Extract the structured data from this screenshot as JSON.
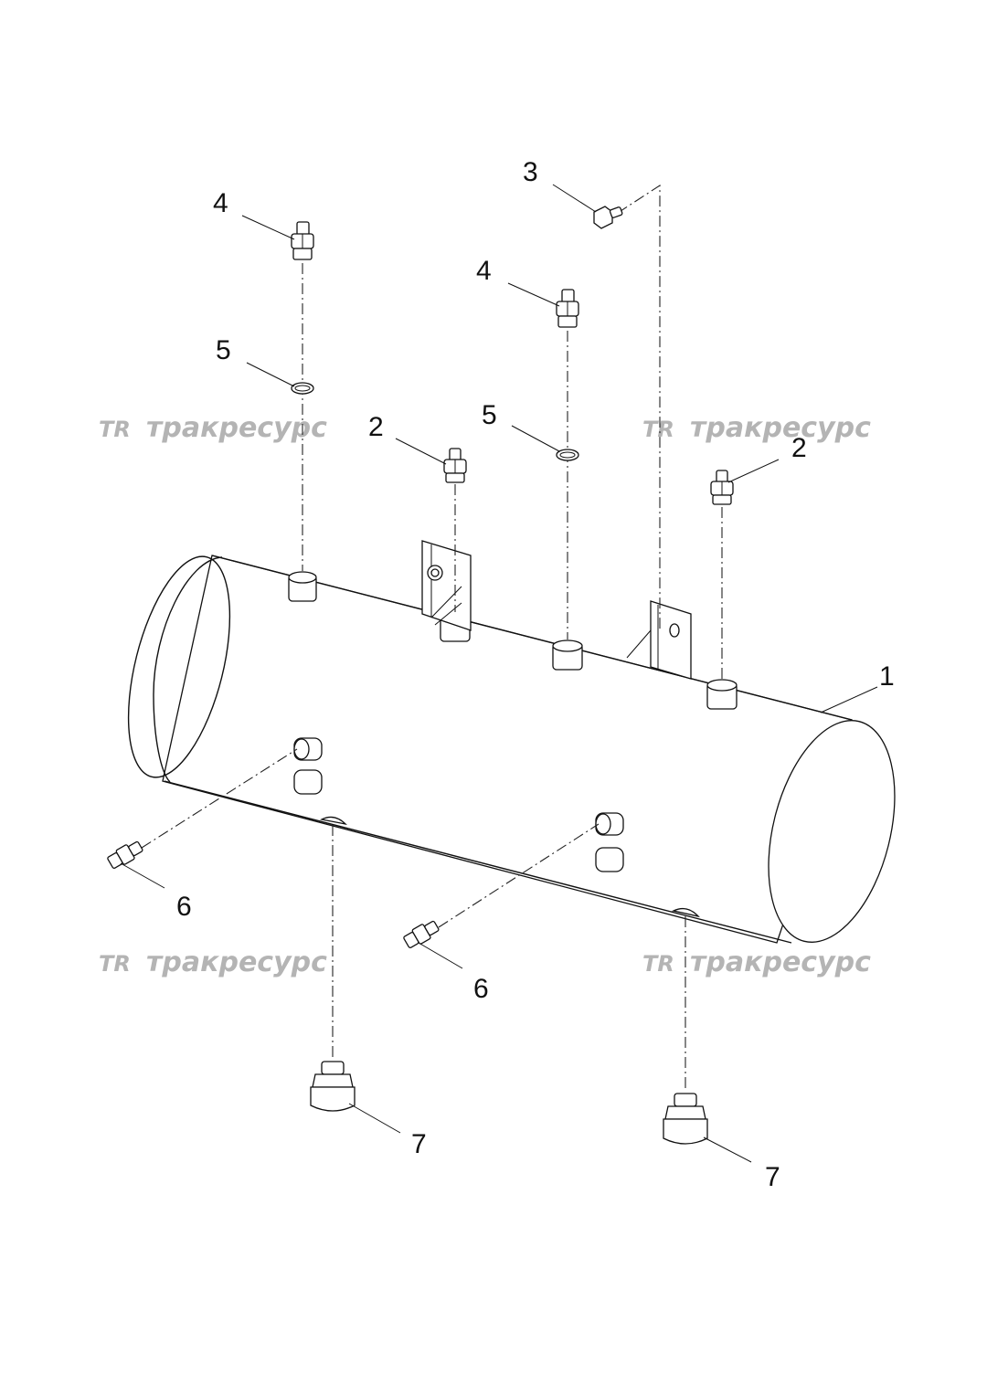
{
  "callouts": {
    "c1": "1",
    "c2a": "2",
    "c2b": "2",
    "c3": "3",
    "c4a": "4",
    "c4b": "4",
    "c5a": "5",
    "c5b": "5",
    "c6a": "6",
    "c6b": "6",
    "c7a": "7",
    "c7b": "7"
  },
  "watermark": {
    "logo": "TR",
    "text": "тракресурс"
  }
}
